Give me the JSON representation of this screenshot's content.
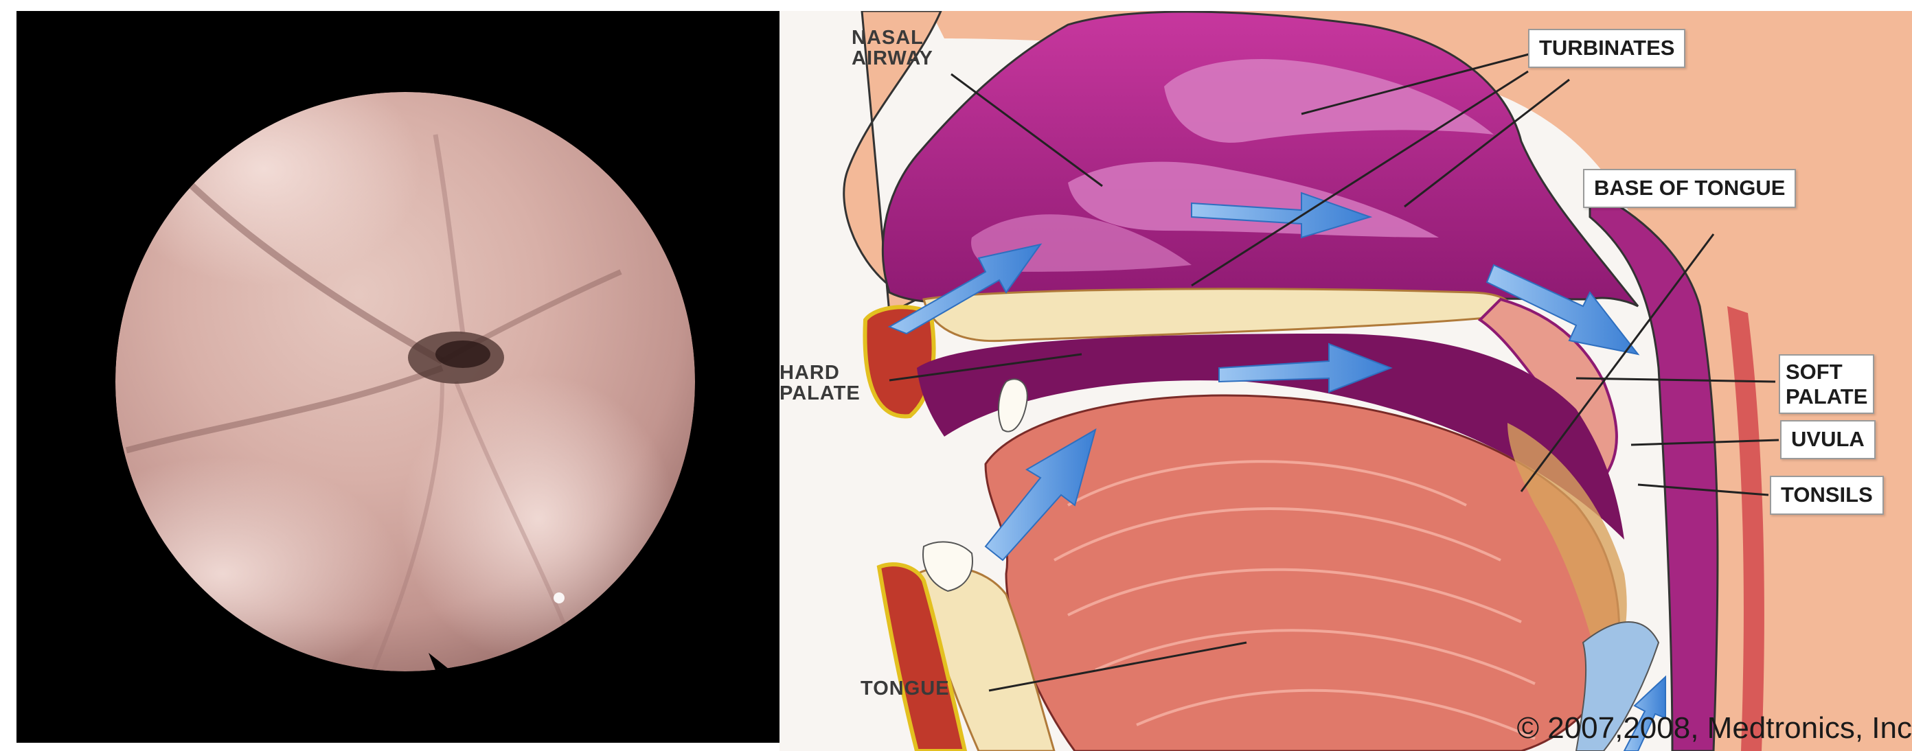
{
  "labels": {
    "nasal_airway": [
      "NASAL",
      "AIRWAY"
    ],
    "turbinates": "TURBINATES",
    "base_of_tongue": "BASE OF TONGUE",
    "hard_palate": [
      "HARD",
      "PALATE"
    ],
    "soft_palate": [
      "SOFT",
      "PALATE"
    ],
    "uvula": "UVULA",
    "tonsils": "TONSILS",
    "tongue": "TONGUE"
  },
  "copyright": "© 2007,2008, Medtronics, Inc",
  "colors": {
    "nasal_cavity": "#b5278e",
    "airflow_arrow": "#4a8fde",
    "tongue_muscle": "#e0796a",
    "skin": "#f3b998",
    "bone": "#f4e4b8"
  }
}
